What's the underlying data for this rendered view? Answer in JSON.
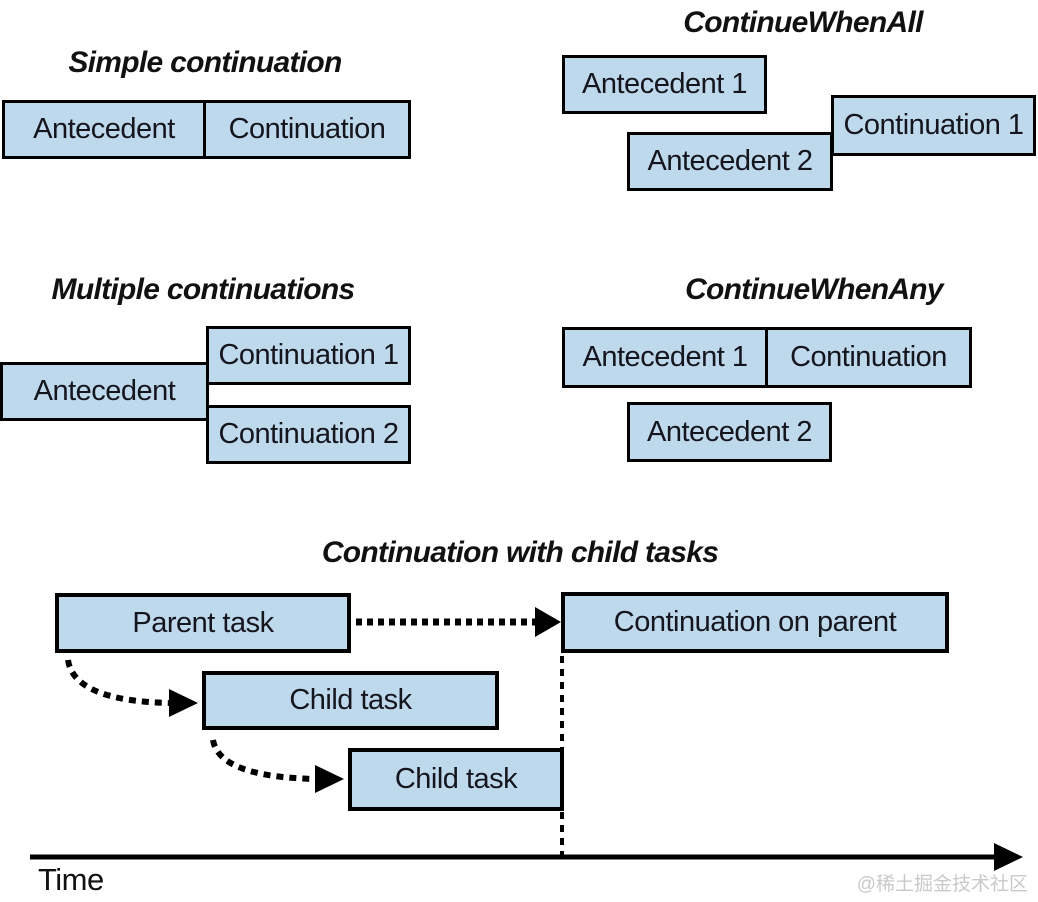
{
  "palette": {
    "background": "#FFFFFF",
    "box_fill": "#BFD9EC",
    "box_border": "#000000",
    "arrow": "#000000",
    "text": "#15151E",
    "watermark": "#C9C9C9"
  },
  "sections": {
    "simple": {
      "title": "Simple continuation",
      "antecedent": "Antecedent",
      "continuation": "Continuation"
    },
    "when_all": {
      "title": "ContinueWhenAll",
      "antecedent1": "Antecedent 1",
      "antecedent2": "Antecedent 2",
      "continuation1": "Continuation 1"
    },
    "multiple": {
      "title": "Multiple continuations",
      "antecedent": "Antecedent",
      "continuation1": "Continuation 1",
      "continuation2": "Continuation 2"
    },
    "when_any": {
      "title": "ContinueWhenAny",
      "antecedent1": "Antecedent 1",
      "continuation": "Continuation",
      "antecedent2": "Antecedent 2"
    },
    "child_tasks": {
      "title": "Continuation with child tasks",
      "parent": "Parent task",
      "child1": "Child task",
      "child2": "Child task",
      "continuation_on_parent": "Continuation on parent"
    }
  },
  "time_axis": {
    "label": "Time"
  },
  "watermark": "@稀土掘金技术社区"
}
